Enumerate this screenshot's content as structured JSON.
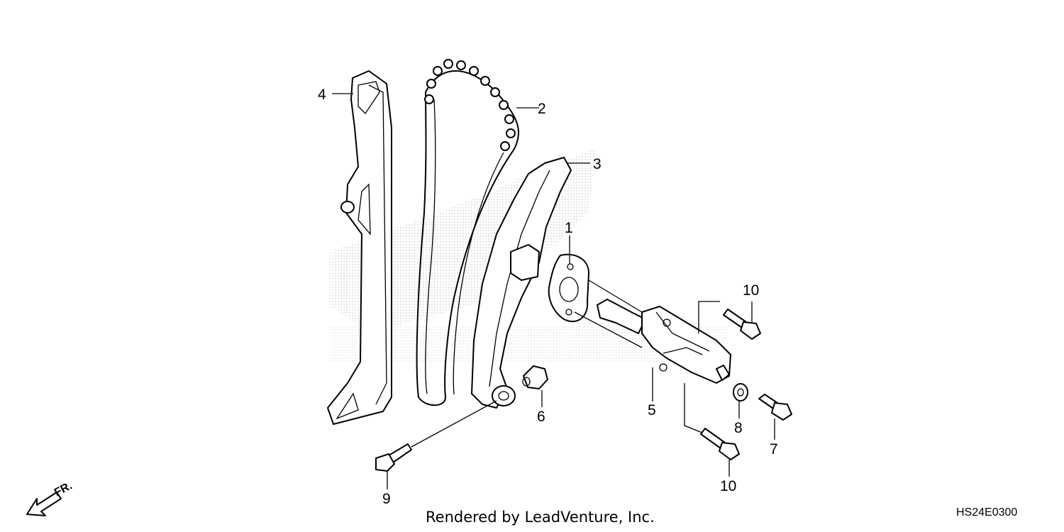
{
  "diagram": {
    "callouts": [
      "1",
      "2",
      "3",
      "4",
      "5",
      "6",
      "7",
      "8",
      "9",
      "10",
      "10"
    ],
    "front_indicator": "FR."
  },
  "footer": {
    "rendered_by": "Rendered by LeadVenture, Inc.",
    "diagram_code": "HS24E0300"
  }
}
